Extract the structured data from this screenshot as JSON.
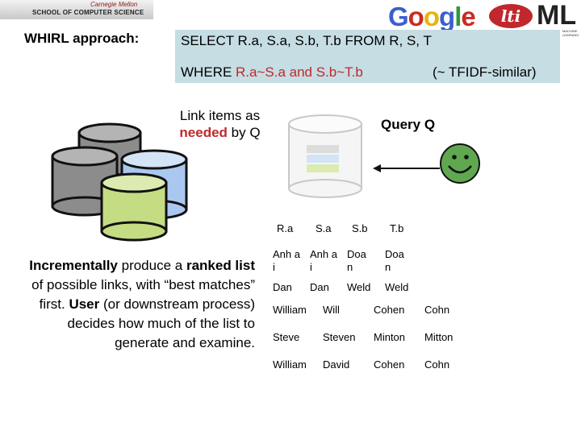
{
  "header": {
    "cmu_name": "Carnegie Mellon",
    "school": "SCHOOL OF COMPUTER SCIENCE",
    "google_letters": [
      "G",
      "o",
      "o",
      "g",
      "l",
      "e"
    ],
    "lti": "lti",
    "ml": "ML",
    "ml_small": "MACHINE LEARNING"
  },
  "approach": {
    "label": "WHIRL approach:",
    "select": "SELECT R.a, S.a, S.b, T.b FROM R, S, T",
    "where_prefix": "WHERE ",
    "where_condition": "R.a~S.a and S.b~T.b",
    "note": "(~ TFIDF-similar)"
  },
  "link_items": {
    "prefix": "Link items as",
    "emphasis": "needed",
    "suffix": " by Q"
  },
  "query_label": "Query Q",
  "smiley_icon": "smiley-face-icon",
  "description": {
    "part1": "Incrementally",
    "part2": " produce a ",
    "part3": "ranked list",
    "part4": " of possible links, with “best matches” first. ",
    "part5": "User",
    "part6": " (or downstream process) decides how much of the list to generate and examine."
  },
  "table": {
    "headers": [
      "R.a",
      "S.a",
      "S.b",
      "T.b"
    ],
    "rows": [
      [
        "Anh ai",
        "Anh ai",
        "Doa n",
        "Doa n"
      ],
      [
        "Dan",
        "Dan",
        "Weld",
        "Weld"
      ],
      [
        "William",
        "Will",
        "Cohen",
        "Cohn"
      ],
      [
        "Steve",
        "Steven",
        "Minton",
        "Mitton"
      ],
      [
        "William",
        "David",
        "Cohen",
        "Cohn"
      ]
    ]
  },
  "colors": {
    "highlight_red": "#c0282d",
    "query_box": "#c5dde3",
    "db_gray": "#8c8c8c",
    "db_blue": "#aac8ef",
    "db_green": "#c4dc82"
  }
}
